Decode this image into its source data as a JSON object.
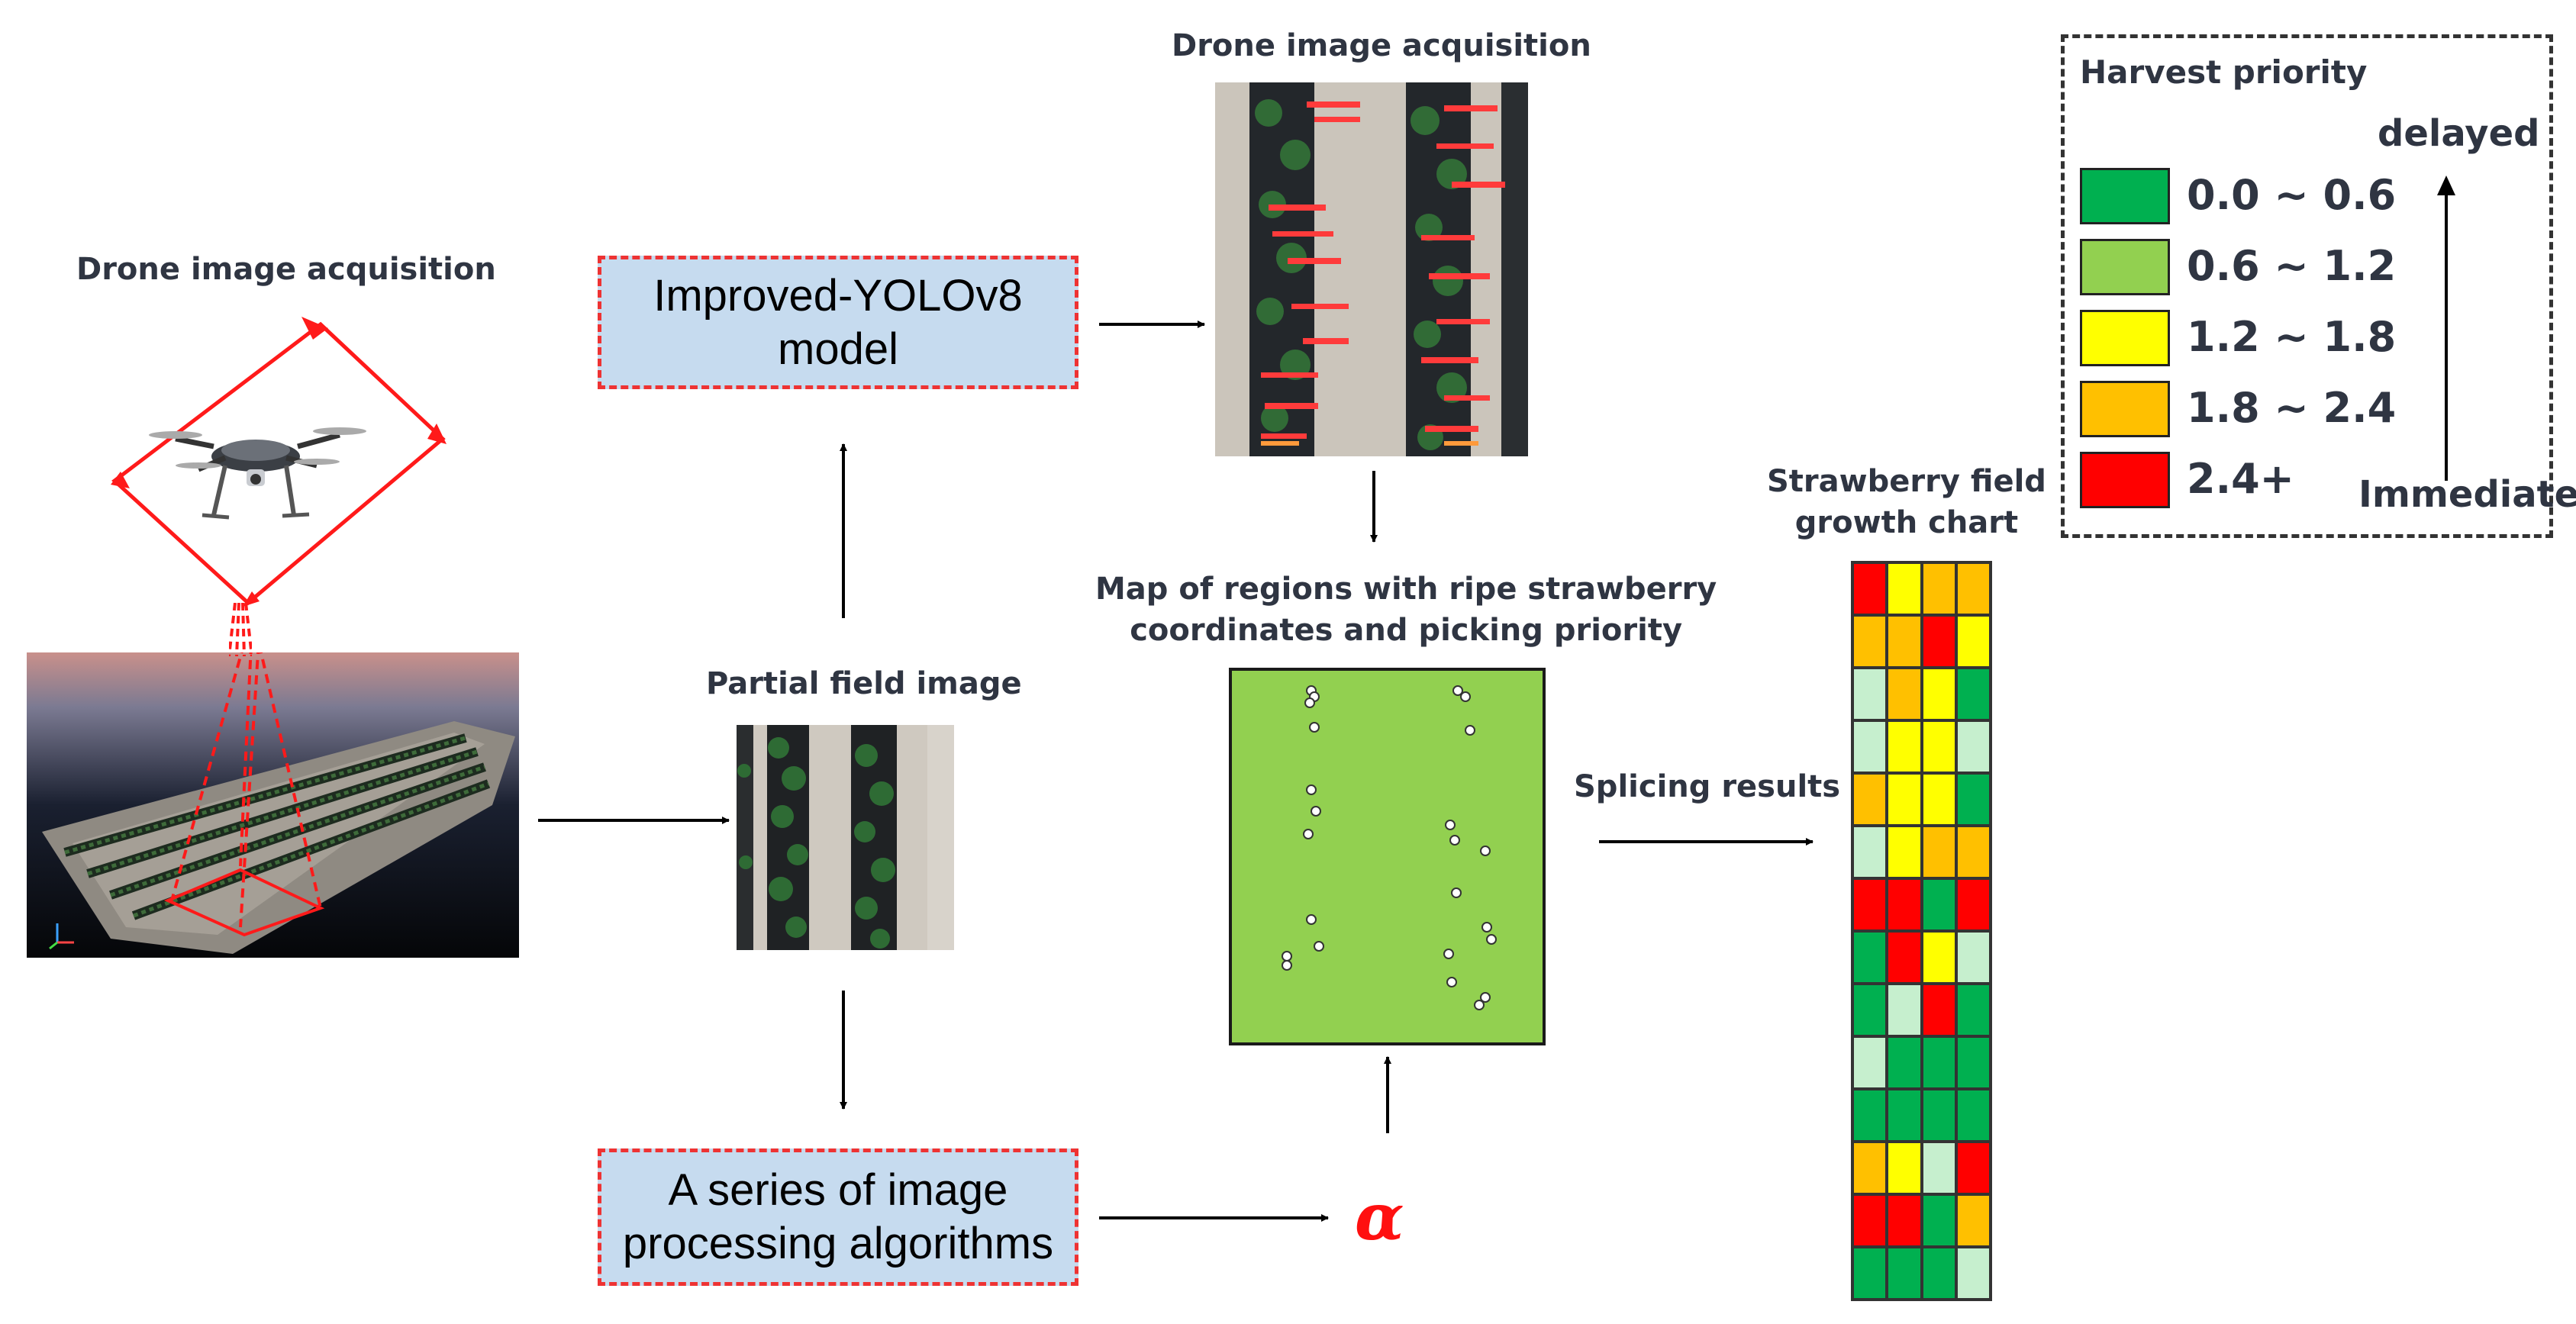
{
  "labels": {
    "drone_acq_left": "Drone image acquisition",
    "drone_acq_top": "Drone image acquisition",
    "partial_field": "Partial field image",
    "map_title_1": "Map of regions with ripe strawberry",
    "map_title_2": "coordinates and picking priority",
    "splicing": "Splicing results",
    "growth_1": "Strawberry field",
    "growth_2": "growth chart",
    "alpha": "α"
  },
  "process_boxes": {
    "yolo_1": "Improved-YOLOv8",
    "yolo_2": "model",
    "algo_1": "A series of image",
    "algo_2": "processing algorithms"
  },
  "legend": {
    "title": "Harvest priority",
    "delayed": "delayed",
    "immediate": "Immediate",
    "items": [
      {
        "range": "0.0 ~ 0.6",
        "color": "#00b050"
      },
      {
        "range": "0.6 ~ 1.2",
        "color": "#92d050"
      },
      {
        "range": "1.2 ~ 1.8",
        "color": "#ffff00"
      },
      {
        "range": "1.8 ~ 2.4",
        "color": "#ffc000"
      },
      {
        "range": "2.4+",
        "color": "#ff0000"
      }
    ]
  },
  "colors": {
    "deep_green": "#00b050",
    "green": "#92d050",
    "light_green": "#c6efce",
    "yellow": "#ffff00",
    "orange": "#ffc000",
    "red": "#ff0000",
    "map_fill": "#92d050",
    "box_fill": "#c6dbef",
    "dash_red": "#ee3333"
  },
  "growth_chart": [
    [
      "red",
      "yellow",
      "orange",
      "orange"
    ],
    [
      "orange",
      "orange",
      "red",
      "yellow"
    ],
    [
      "light_green",
      "orange",
      "yellow",
      "deep_green"
    ],
    [
      "light_green",
      "yellow",
      "yellow",
      "light_green"
    ],
    [
      "orange",
      "yellow",
      "yellow",
      "deep_green"
    ],
    [
      "light_green",
      "yellow",
      "orange",
      "orange"
    ],
    [
      "red",
      "red",
      "deep_green",
      "red"
    ],
    [
      "deep_green",
      "red",
      "yellow",
      "light_green"
    ],
    [
      "deep_green",
      "light_green",
      "red",
      "deep_green"
    ],
    [
      "light_green",
      "deep_green",
      "deep_green",
      "deep_green"
    ],
    [
      "deep_green",
      "deep_green",
      "deep_green",
      "deep_green"
    ],
    [
      "orange",
      "yellow",
      "light_green",
      "red"
    ],
    [
      "red",
      "red",
      "deep_green",
      "orange"
    ],
    [
      "deep_green",
      "deep_green",
      "deep_green",
      "light_green"
    ]
  ],
  "icons": {
    "drone": "drone-icon",
    "arrow": "arrow-icon"
  }
}
